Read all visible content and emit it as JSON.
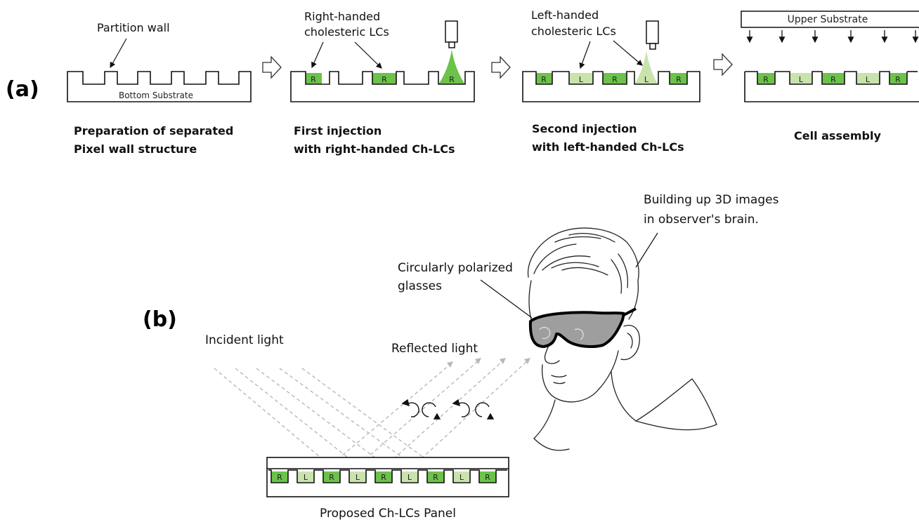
{
  "colors": {
    "right_lc": "#6cc24a",
    "left_lc": "#c9e3ad",
    "line": "#111111",
    "ray": "#b8b8b8"
  },
  "panel_a": {
    "letter": "(a)",
    "step1": {
      "callout": "Partition wall",
      "substrate": "Bottom Substrate",
      "caption_line1": "Preparation of separated",
      "caption_line2": "Pixel wall structure"
    },
    "step2": {
      "callout_line1": "Right-handed",
      "callout_line2": "cholesteric  LCs",
      "caption_line1": "First injection",
      "caption_line2": "with right-handed Ch-LCs"
    },
    "step3": {
      "callout_line1": "Left-handed",
      "callout_line2": "cholesteric  LCs",
      "caption_line1": "Second injection",
      "caption_line2": "with left-handed  Ch-LCs"
    },
    "step4": {
      "upper": "Upper Substrate",
      "caption": "Cell assembly"
    },
    "cell_right": "R",
    "cell_left": "L"
  },
  "panel_b": {
    "letter": "(b)",
    "brain_line1": "Building up 3D images",
    "brain_line2": "in observer's brain.",
    "glasses_line1": "Circularly polarized",
    "glasses_line2": "glasses",
    "incident": "Incident light",
    "reflected": "Reflected light",
    "panel_caption": "Proposed Ch-LCs Panel",
    "cells": [
      "R",
      "L",
      "R",
      "L",
      "R",
      "L",
      "R",
      "L",
      "R"
    ]
  }
}
